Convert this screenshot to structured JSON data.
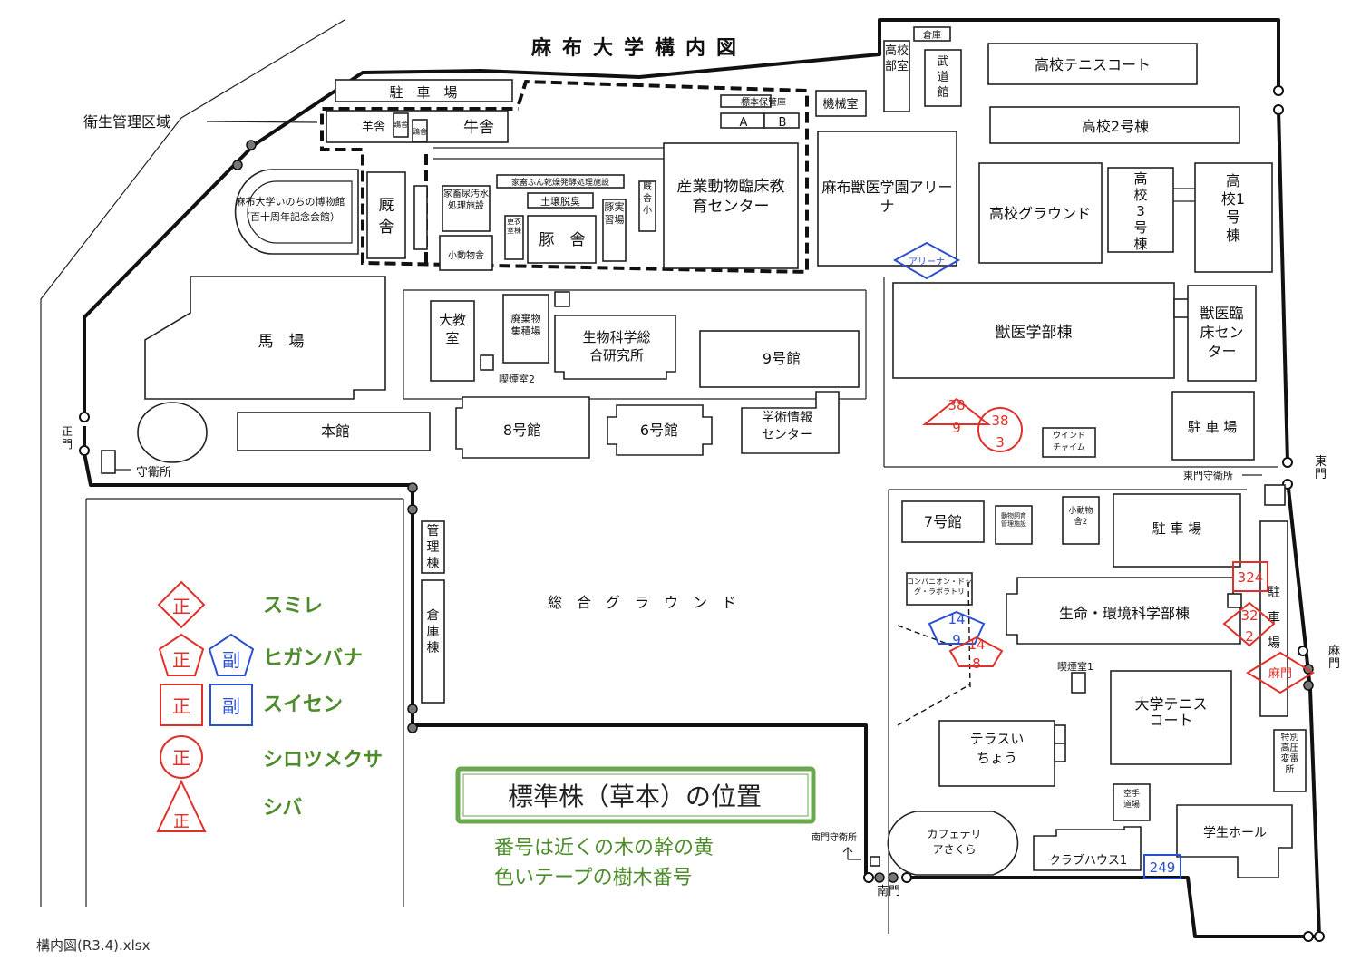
{
  "title": "麻布大学構内図",
  "zones": {
    "eisei": "衛生管理区域"
  },
  "buildings": {
    "soko_top": "倉庫",
    "koko_bushitsu": "高校部室",
    "budokan": "武道館",
    "koko_tennis": "高校テニスコート",
    "koko2": "高校2号棟",
    "kikaishitsu": "機械室",
    "hyohon": "標本保管庫",
    "hyohon_a": "A",
    "hyohon_b": "B",
    "chushajo_top": "駐　車　場",
    "hitsujisha": "羊舎",
    "keisha1": "鶏舎",
    "keisha2": "鶏舎",
    "gyusha": "牛舎",
    "museum_1": "麻布大学いのちの博物館",
    "museum_2": "（百十周年記念会館）",
    "kyusha": "厩舎",
    "kachiku_nyo": "家畜尿汚水処理施設",
    "kachiku_fun": "家畜ふん乾燥発酵処理施設",
    "dojo_dasshu": "土壌脱臭",
    "kouishitsu": "更衣室棟",
    "butasha": "豚　舎",
    "buta_jisshu": "豚実習場",
    "kyusha_small": "厩舎小",
    "shodobutsu": "小動物舎",
    "sangyo": "産業動物臨床教育センター",
    "arena": "麻布獣医学園アリーナ",
    "koko_ground": "高校グラウンド",
    "koko3": "高校3号棟",
    "koko1": "高校1号棟",
    "baba": "馬　場",
    "daikyoshitsu": "大教室",
    "haikibutsu": "廃棄物集積場",
    "seibutsu": "生物科学総合研究所",
    "b9": "9号館",
    "juigaku": "獣医学部棟",
    "juui_rinsho": "獣医臨床センター",
    "kitsuen2": "喫煙室2",
    "honkan": "本館",
    "b8": "8号館",
    "b6": "6号館",
    "gakujutsu": "学術情報センター",
    "chushajo_r1": "駐 車 場",
    "wind_chime": "ウインドチャイム",
    "shueisho": "守衛所",
    "higashimon_shueisho": "東門守衛所",
    "b7": "7号館",
    "dobutsu_shiiku": "動物飼育管理施設",
    "shodobutsu2": "小動物舎2",
    "chushajo_r2": "駐 車 場",
    "kanri": "管理棟",
    "soko": "倉庫棟",
    "sogo_ground": "総　合　グ　ラ　ウ　ン　ド",
    "companion": "コンパニオン・ドッグ・ラボラトリ",
    "seimei": "生命・環境科学部棟",
    "chushajo_r3": "駐車場",
    "kitsuen1": "喫煙室1",
    "terrace": "テラスいちょう",
    "univ_tennis": "大学テニスコート",
    "tokubetsu": "特別高圧変電所",
    "karate": "空手道場",
    "gakusei_hall": "学生ホール",
    "cafeteria": "カフェテリアさくら",
    "club": "クラブハウス1",
    "minami_shueisho": "南門守衛所"
  },
  "gates": {
    "seimon": "正門",
    "higashimon": "東門",
    "asamon": "麻門",
    "minamimon": "南門"
  },
  "markers": {
    "arena": "アリーナ",
    "m38_9_a": "38",
    "m38_9_b": "9",
    "m38_3_a": "38",
    "m38_3_b": "3",
    "m324": "324",
    "m32_2_a": "32",
    "m32_2_b": "2",
    "asamon": "麻門",
    "m14_9_a": "14",
    "m14_9_b": "9",
    "m14_8_a": "14",
    "m14_8_b": "8",
    "m249": "249"
  },
  "legend": {
    "items": [
      {
        "shape": "diamond",
        "color": "#e0302a",
        "mark": "正",
        "species": "スミレ"
      },
      {
        "shape": "pentagon",
        "color": "#e0302a",
        "mark": "正",
        "mark2": "副",
        "species": "ヒガンバナ"
      },
      {
        "shape": "square",
        "color": "#e0302a",
        "mark": "正",
        "mark2": "副",
        "species": "スイセン"
      },
      {
        "shape": "circle",
        "color": "#e0302a",
        "mark": "正",
        "species": "シロツメクサ"
      },
      {
        "shape": "triangle",
        "color": "#e0302a",
        "mark": "正",
        "species": "シバ"
      }
    ]
  },
  "info_box": {
    "title": "標準株（草本）の位置",
    "note_1": "番号は近くの木の幹の黄",
    "note_2": "色いテープの樹木番号"
  },
  "footer": "構内図(R3.4).xlsx",
  "colors": {
    "red": "#e0302a",
    "blue": "#2a4fd0",
    "green": "#4e8b2a"
  }
}
